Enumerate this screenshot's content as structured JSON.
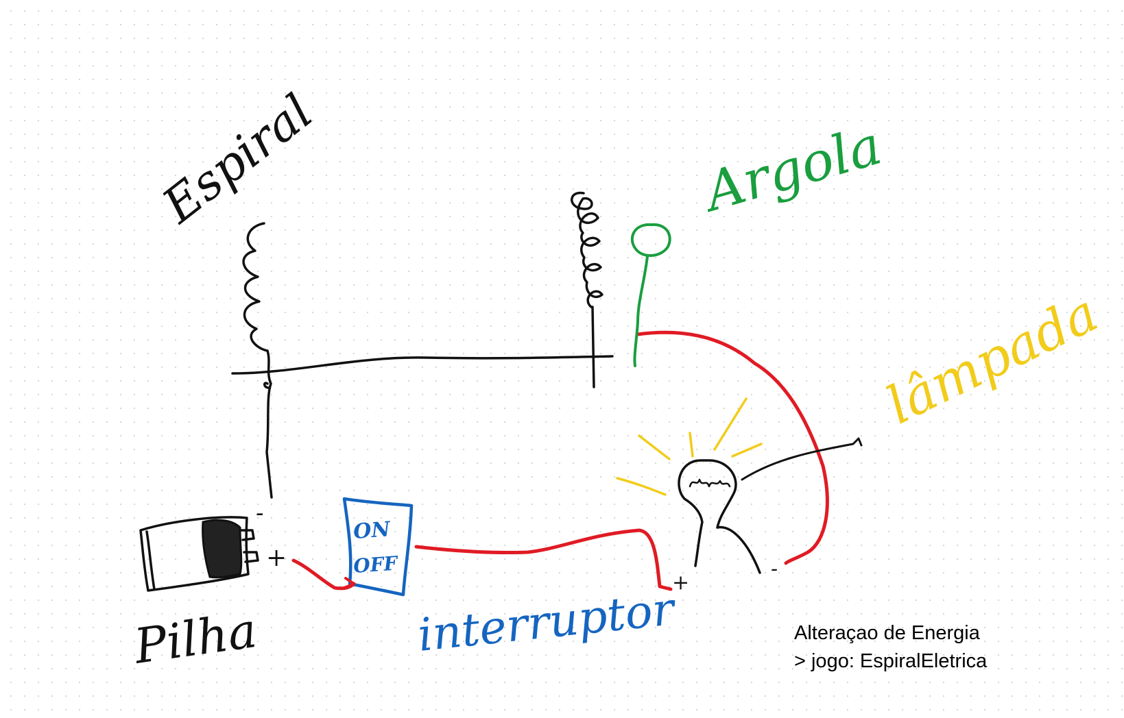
{
  "labels": {
    "espiral": "Espiral",
    "argola": "Argola",
    "lampada": "lâmpada",
    "pilha": "Pilha",
    "interruptor": "interruptor",
    "switch_on": "ON",
    "switch_off": "OFF",
    "battery_minus": "-",
    "battery_plus": "+",
    "lamp_plus": "+",
    "lamp_minus": "-"
  },
  "note": {
    "line1": "Alteraçao de Energia",
    "line2": "> jogo: EspiralEletrica"
  },
  "colors": {
    "ink_black": "#111111",
    "wire_red": "#e01b24",
    "switch_blue": "#1565c0",
    "argola_green": "#1a9e3f",
    "lamp_yellow": "#f2cc1b",
    "dot_grid": "#d6d6d6"
  }
}
